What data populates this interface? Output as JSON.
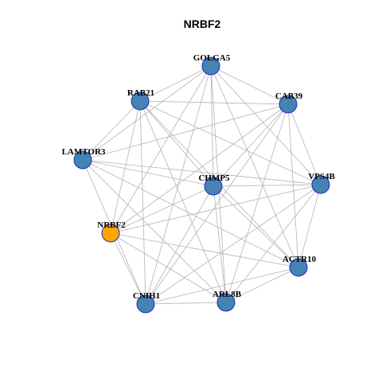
{
  "title": "NRBF2",
  "colors": {
    "node_default": "#4682b4",
    "node_focus": "#ffa500",
    "node_border": "#1a2fc9",
    "edge": "#b3b3b3"
  },
  "network": {
    "focus": "NRBF2",
    "nodes": [
      {
        "id": "GOLGA5",
        "label": "GOLGA5"
      },
      {
        "id": "RAB21",
        "label": "RAB21"
      },
      {
        "id": "CAB39",
        "label": "CAB39"
      },
      {
        "id": "LAMTOR3",
        "label": "LAMTOR3"
      },
      {
        "id": "CHMP5",
        "label": "CHMP5"
      },
      {
        "id": "VPS4B",
        "label": "VPS4B"
      },
      {
        "id": "NRBF2",
        "label": "NRBF2"
      },
      {
        "id": "ACTR10",
        "label": "ACTR10"
      },
      {
        "id": "CNIH1",
        "label": "CNIH1"
      },
      {
        "id": "ARL8B",
        "label": "ARL8B"
      }
    ],
    "edges": [
      [
        "GOLGA5",
        "RAB21"
      ],
      [
        "GOLGA5",
        "CAB39"
      ],
      [
        "GOLGA5",
        "LAMTOR3"
      ],
      [
        "GOLGA5",
        "CHMP5"
      ],
      [
        "GOLGA5",
        "VPS4B"
      ],
      [
        "GOLGA5",
        "NRBF2"
      ],
      [
        "GOLGA5",
        "ACTR10"
      ],
      [
        "GOLGA5",
        "CNIH1"
      ],
      [
        "GOLGA5",
        "ARL8B"
      ],
      [
        "RAB21",
        "CAB39"
      ],
      [
        "RAB21",
        "LAMTOR3"
      ],
      [
        "RAB21",
        "CHMP5"
      ],
      [
        "RAB21",
        "VPS4B"
      ],
      [
        "RAB21",
        "NRBF2"
      ],
      [
        "RAB21",
        "ACTR10"
      ],
      [
        "RAB21",
        "CNIH1"
      ],
      [
        "RAB21",
        "ARL8B"
      ],
      [
        "CAB39",
        "LAMTOR3"
      ],
      [
        "CAB39",
        "CHMP5"
      ],
      [
        "CAB39",
        "VPS4B"
      ],
      [
        "CAB39",
        "NRBF2"
      ],
      [
        "CAB39",
        "ACTR10"
      ],
      [
        "CAB39",
        "CNIH1"
      ],
      [
        "CAB39",
        "ARL8B"
      ],
      [
        "LAMTOR3",
        "CHMP5"
      ],
      [
        "LAMTOR3",
        "VPS4B"
      ],
      [
        "LAMTOR3",
        "ACTR10"
      ],
      [
        "LAMTOR3",
        "CNIH1"
      ],
      [
        "LAMTOR3",
        "ARL8B"
      ],
      [
        "CHMP5",
        "VPS4B"
      ],
      [
        "CHMP5",
        "NRBF2"
      ],
      [
        "CHMP5",
        "ACTR10"
      ],
      [
        "CHMP5",
        "CNIH1"
      ],
      [
        "CHMP5",
        "ARL8B"
      ],
      [
        "VPS4B",
        "NRBF2"
      ],
      [
        "VPS4B",
        "ACTR10"
      ],
      [
        "VPS4B",
        "CNIH1"
      ],
      [
        "VPS4B",
        "ARL8B"
      ],
      [
        "NRBF2",
        "ACTR10"
      ],
      [
        "NRBF2",
        "CNIH1"
      ],
      [
        "NRBF2",
        "ARL8B"
      ],
      [
        "ACTR10",
        "CNIH1"
      ],
      [
        "ACTR10",
        "ARL8B"
      ],
      [
        "CNIH1",
        "ARL8B"
      ]
    ]
  }
}
